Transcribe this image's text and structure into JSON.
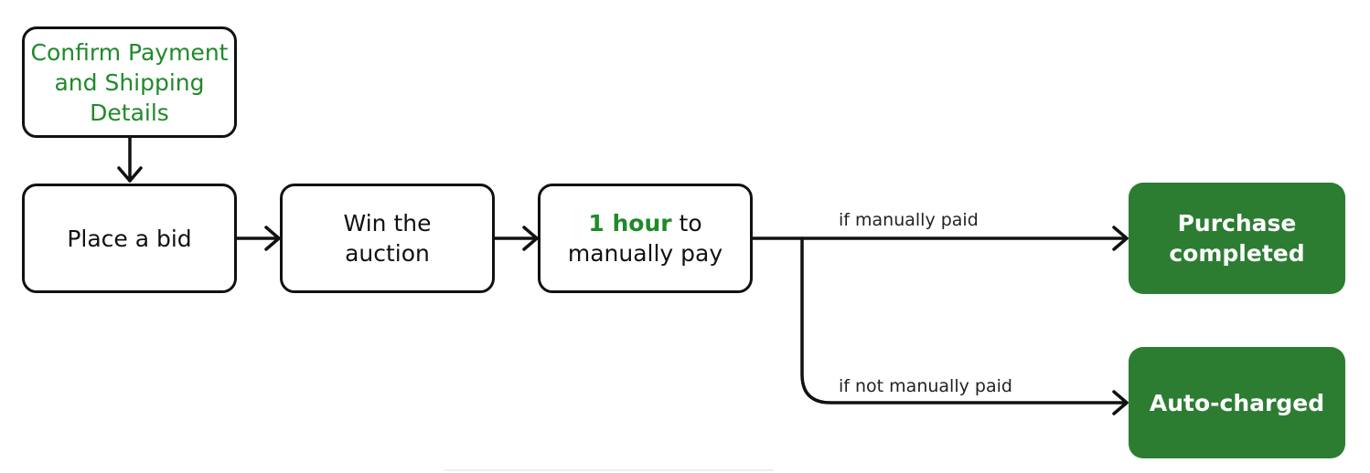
{
  "nodes": {
    "confirm": {
      "text": "Confirm Payment and Shipping Details"
    },
    "bid": {
      "text": "Place a bid"
    },
    "win": {
      "text": "Win the auction"
    },
    "pay": {
      "highlight": "1 hour",
      "rest": " to manually pay"
    },
    "completed": {
      "text": "Purchase completed"
    },
    "auto": {
      "text": "Auto-charged"
    }
  },
  "edges": {
    "paid": "if manually paid",
    "not_paid": "if not manually paid"
  },
  "colors": {
    "accent_green": "#2c7d32",
    "text_green": "#1f8a2a",
    "stroke": "#111111"
  }
}
